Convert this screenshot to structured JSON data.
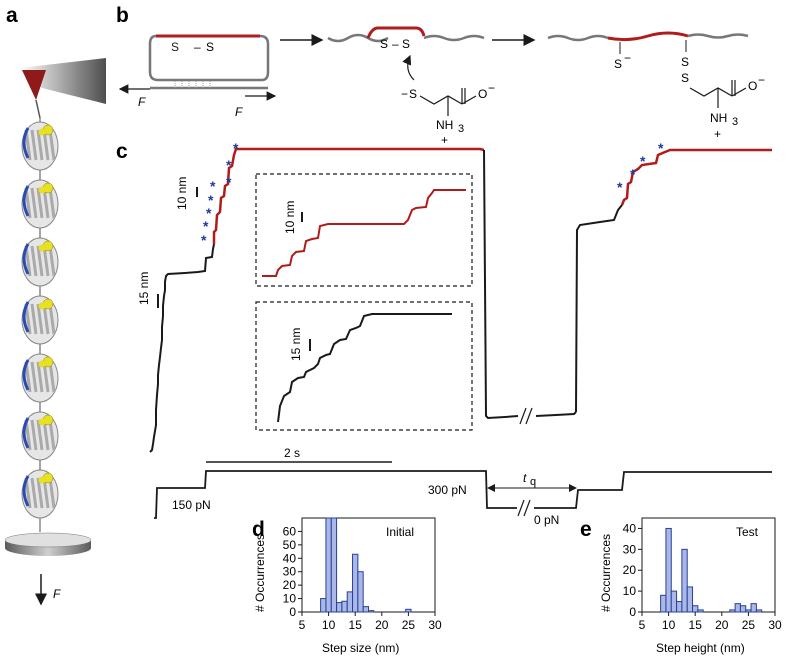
{
  "panels": {
    "a": {
      "letter": "a",
      "force_label": "F"
    },
    "b": {
      "letter": "b",
      "force_left": "F",
      "force_right": "F",
      "s1": "S",
      "s2": "S",
      "dash": "–",
      "cys_charge": "−",
      "cys_s": "S",
      "nh3": "NH",
      "nh3_sub": "3",
      "plus": "+",
      "o_minus": "O",
      "o_charge": "−",
      "prod_s_minus": "S",
      "prod_s_charge": "−",
      "prod_s1": "S",
      "prod_s2": "S",
      "prod_o": "O",
      "prod_o_charge": "−",
      "prod_nh3": "NH",
      "prod_nh3_sub": "3",
      "prod_plus": "+"
    },
    "c": {
      "letter": "c",
      "scale_10nm": "10 nm",
      "scale_15nm": "15 nm",
      "inset_scale_10nm": "10 nm",
      "inset_scale_15nm": "15 nm",
      "time_scale": "2 s",
      "force_150": "150 pN",
      "force_300": "300 pN",
      "force_0": "0 pN",
      "tq_main": "t",
      "tq_sub": "q",
      "star": "*"
    },
    "d": {
      "letter": "d",
      "title": "Initial",
      "ylabel": "# Occurrences",
      "xlabel": "Step size (nm)"
    },
    "e": {
      "letter": "e",
      "title": "Test",
      "ylabel": "# Occurrences",
      "xlabel": "Step height (nm)"
    }
  },
  "colors": {
    "red_trace": "#b01c1c",
    "black_trace": "#1a1a1a",
    "bar_fill": "#a9b8e6",
    "bar_stroke": "#2a3f9a",
    "star": "#1f3a9b",
    "protein_blue": "#2b4bb3",
    "protein_yellow": "#e8e023",
    "cantilever": "#8f1a1a"
  },
  "chart_data": [
    {
      "type": "bar",
      "panel": "d",
      "title": "Initial",
      "xlabel": "Step size (nm)",
      "ylabel": "# Occurrences",
      "xlim": [
        5,
        30
      ],
      "ylim": [
        0,
        70
      ],
      "xticks": [
        5,
        10,
        15,
        20,
        25,
        30
      ],
      "yticks": [
        0,
        10,
        20,
        30,
        40,
        50,
        60
      ],
      "bin_width": 1,
      "x": [
        8,
        9,
        10,
        11,
        12,
        13,
        14,
        15,
        16,
        17,
        18,
        19,
        20,
        21,
        22,
        23,
        24,
        25,
        26
      ],
      "values": [
        0,
        10,
        70,
        70,
        7,
        8,
        15,
        43,
        30,
        4,
        1,
        0,
        0,
        0,
        0,
        0,
        0,
        2,
        0
      ]
    },
    {
      "type": "bar",
      "panel": "e",
      "title": "Test",
      "xlabel": "Step height (nm)",
      "ylabel": "# Occurrences",
      "xlim": [
        5,
        30
      ],
      "ylim": [
        0,
        45
      ],
      "xticks": [
        5,
        10,
        15,
        20,
        25,
        30
      ],
      "yticks": [
        0,
        10,
        20,
        30,
        40
      ],
      "bin_width": 1,
      "x": [
        8,
        9,
        10,
        11,
        12,
        13,
        14,
        15,
        16,
        17,
        18,
        19,
        20,
        21,
        22,
        23,
        24,
        25,
        26,
        27
      ],
      "values": [
        0,
        8,
        40,
        10,
        5,
        30,
        12,
        3,
        1,
        0,
        0,
        0,
        0,
        0,
        1,
        4,
        3,
        1,
        4,
        1
      ]
    }
  ]
}
